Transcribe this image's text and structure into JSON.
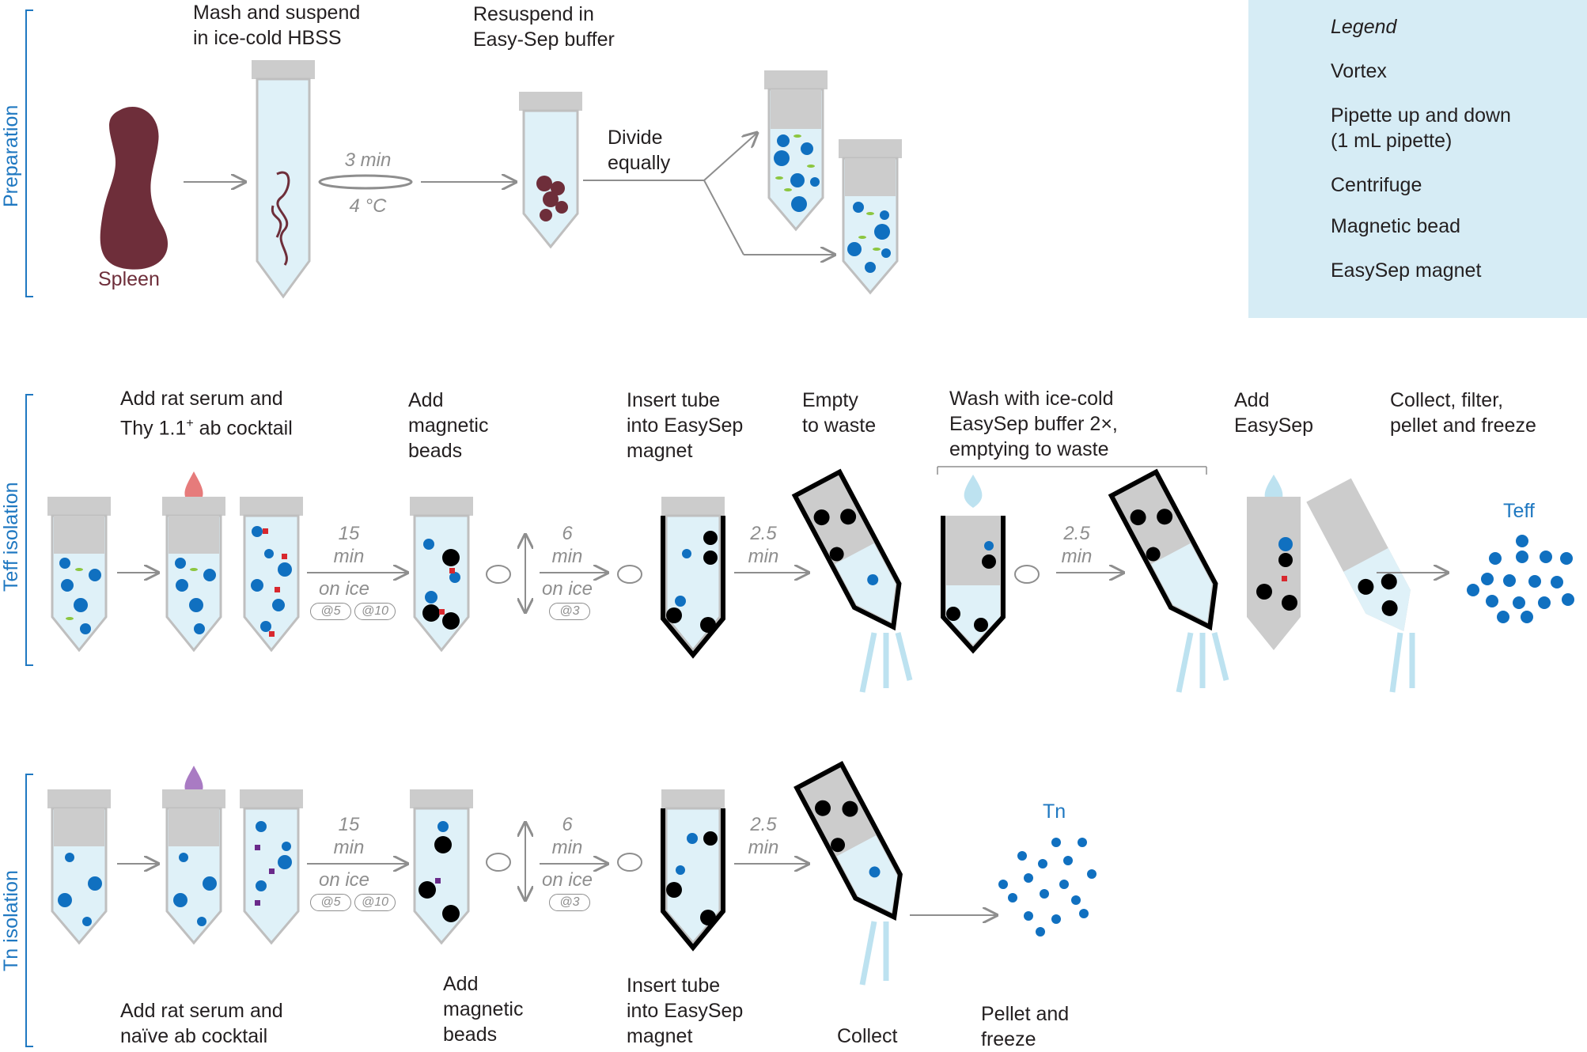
{
  "sections": {
    "preparation": "Preparation",
    "teff": "Teff isolation",
    "tn": "Tn  isolation"
  },
  "prep": {
    "spleen": "Spleen",
    "step1": "Mash and suspend\nin ice-cold HBSS",
    "time1": "3 min",
    "temp1": "4 °C",
    "step2": "Resuspend in\nEasy-Sep buffer",
    "step3": "Divide\nequally"
  },
  "teff": {
    "step1": "Add rat serum and\nThy 1.1",
    "step1_sup": "+",
    "step1_tail": " ab cocktail",
    "time1": "15\nmin",
    "ice1": "on ice",
    "at5": "@5",
    "at10": "@10",
    "step2": "Add\nmagnetic\nbeads",
    "time2": "6\nmin",
    "ice2": "on ice",
    "at3": "@3",
    "step3": "Insert tube\ninto EasySep\nmagnet",
    "time3": "2.5\nmin",
    "step4": "Empty\nto waste",
    "step5": "Wash with ice-cold\nEasySep buffer 2×,\nemptying to waste",
    "time4": "2.5\nmin",
    "step6": "Add\nEasySep",
    "step7": "Collect, filter,\npellet and freeze",
    "result": "Teff"
  },
  "tn": {
    "step1": "Add rat serum and\nnaïve ab cocktail",
    "time1": "15\nmin",
    "ice1": "on ice",
    "at5": "@5",
    "at10": "@10",
    "step2": "Add\nmagnetic\nbeads",
    "time2": "6\nmin",
    "ice2": "on ice",
    "at3": "@3",
    "step3": "Insert tube\ninto EasySep\nmagnet",
    "time3": "2.5\nmin",
    "step4": "Collect",
    "step5": "Pellet and\nfreeze",
    "result": "Tn"
  },
  "legend": {
    "title": "Legend",
    "vortex": "Vortex",
    "pipette": "Pipette up and down\n(1 mL pipette)",
    "centrifuge": "Centrifuge",
    "bead": "Magnetic bead",
    "magnet": "EasySep magnet"
  },
  "colors": {
    "spleen": "#6e2e3a",
    "tube_liquid": "#dff1f8",
    "tube_cap": "#cccccc",
    "cell_blue": "#1070c0",
    "cell_green": "#8cc63f",
    "bead": "#000000",
    "antibody_red": "#d8282e",
    "antibody_purple": "#6a2a8a",
    "accent": "#1f78c1",
    "legend_bg": "#d6ecf5"
  }
}
